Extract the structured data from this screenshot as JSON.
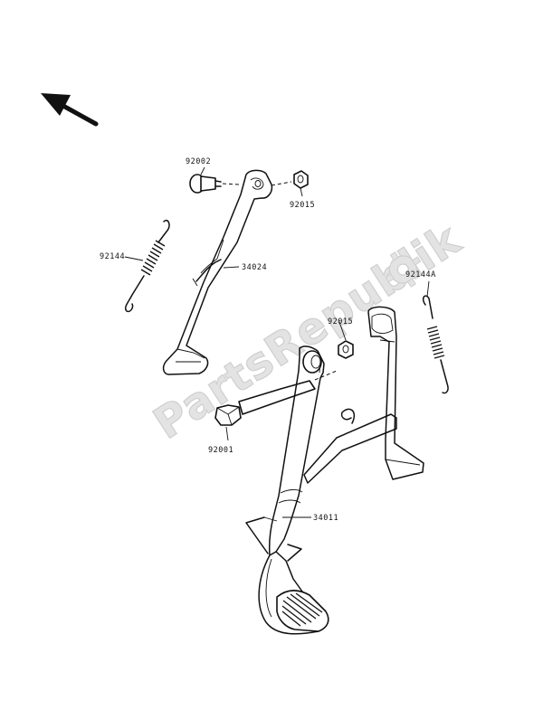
{
  "watermark": {
    "text": "PartsRepublik"
  },
  "parts": {
    "bolt_side": "92002",
    "nut_side": "92015",
    "spring_side": "92144",
    "side_stand": "34024",
    "nut_main": "92015",
    "spring_main": "92144A",
    "bolt_main": "92001",
    "main_stand": "34011"
  },
  "icons": {
    "orientation": "arrow-up-left-icon",
    "watermark_logo": "gear-icon"
  }
}
